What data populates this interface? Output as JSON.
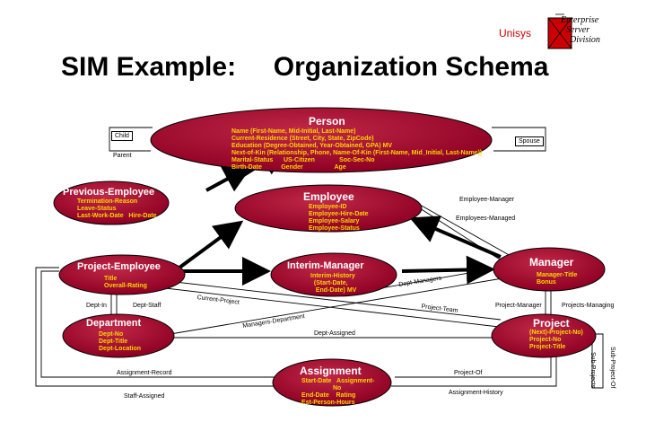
{
  "header": {
    "title": "SIM Example:     Organization Schema",
    "brand": "Unisys",
    "logo_lines": [
      "Enterprise",
      "Server",
      "Division"
    ]
  },
  "colors": {
    "ellipse_fill": "#a0002a",
    "ellipse_highlight": "#d0405a",
    "attribute_text": "#ffd400",
    "brand": "#cc0000"
  },
  "entities": {
    "person": {
      "title": "Person",
      "attributes": "Name (First-Name, Mid-Initial, Last-Name)\nCurrent-Residence (Street, City, State, ZipCode)\nEducation (Degree-Obtained, Year-Obtained, GPA) MV\nNext-of-Kin (Relationship, Phone, Name-Of-Kin (First-Name, Mid_Initial, Last-Name))\nMarital-Status      US-Citizen              Soc-Sec-No\nBirth-Date           Gender                  Age"
    },
    "previous_employee": {
      "title": "Previous-Employee",
      "attributes": "Termination-Reason\nLeave-Status\nLast-Work-Date   Hire-Date"
    },
    "employee": {
      "title": "Employee",
      "attributes": "Employee-ID\nEmployee-Hire-Date\nEmployee-Salary\nEmployee-Status"
    },
    "project_employee": {
      "title": "Project-Employee",
      "attributes": "Title\nOverall-Rating"
    },
    "interim_manager": {
      "title": "Interim-Manager",
      "attributes": "Interim-History\n  (Start-Date,\n   End-Date) MV"
    },
    "manager": {
      "title": "Manager",
      "attributes": "Manager-Title\nBonus"
    },
    "department": {
      "title": "Department",
      "attributes": "Dept-No\nDept-Title\nDept-Location"
    },
    "project": {
      "title": "Project",
      "attributes": "(Next)-Project-No)\nProject-No\nProject-Title"
    },
    "assignment": {
      "title": "Assignment",
      "attributes": "Start-Date   Assignment-\n                  No\nEnd-Date    Rating\nEst-Person-Hours"
    }
  },
  "relationships": {
    "child": "Child",
    "spouse": "Spouse",
    "parent": "Parent",
    "employee_manager": "Employee-Manager",
    "employees_managed": "Employees-Managed",
    "dept_managers": "Dept-Managers",
    "current_project": "Current-Project",
    "project_team": "Project-Team",
    "dept_in": "Dept-In",
    "dept_staff": "Dept-Staff",
    "project_manager": "Project-Manager",
    "projects_managing": "Projects-Managing",
    "managers_department": "Managers-Department",
    "dept_assigned": "Dept-Assigned",
    "sub_project_of": "Sub-Project-Of",
    "sub_projects": "Sub-Projects",
    "assignment_record": "Assignment-Record",
    "project_of": "Project-Of",
    "staff_assigned": "Staff-Assigned",
    "assignment_history": "Assignment-History"
  }
}
